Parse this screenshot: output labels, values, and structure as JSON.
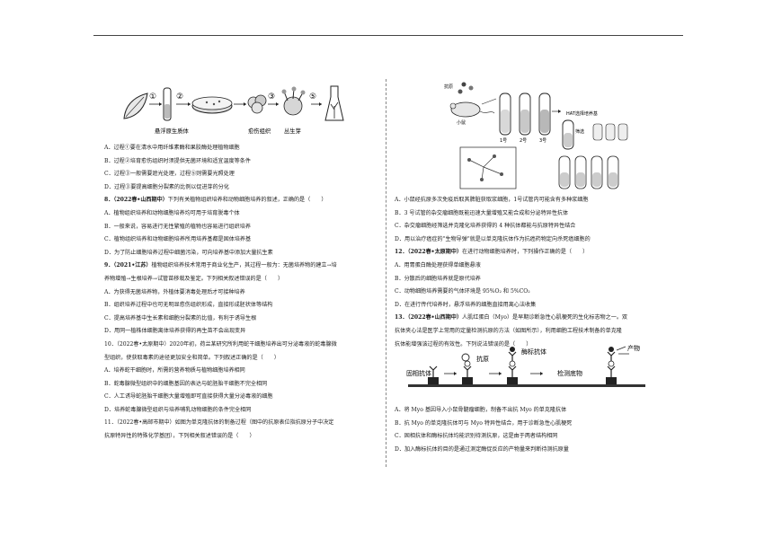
{
  "figure_plant": {
    "step1": "①",
    "step2": "②",
    "step3": "③",
    "label_protoplast": "悬浮原生质体",
    "label_callus": "愈伤组织",
    "label_shoot": "丛生芽"
  },
  "figure_antibody": {
    "antigen": "抗原",
    "mouse": "小鼠",
    "tube1": "1号",
    "tube2": "2号",
    "tube3": "3号",
    "hat_medium": "HAT选择培养基",
    "screening": "筛选"
  },
  "figure_elisa": {
    "capture_antibody": "固相抗体",
    "antigen": "抗原",
    "enzyme_antibody": "酶标抗体",
    "substrate": "检测底物",
    "product": "产物"
  },
  "left_col": [
    {
      "text": "A．过程①要在清水中用纤维素酶和果胶酶处理植物细胞"
    },
    {
      "text": "B．过程②培育愈伤组织时须提供无菌环境和适宜温度等条件"
    },
    {
      "text": "C．过程③一般需要遮光处理，过程⑤则需要光照处理"
    },
    {
      "text": "D．过程③要提高细胞分裂素的比例以促进芽的分化"
    },
    {
      "pre": "8．（2022春•山西期中）",
      "text": "下列有关植物组织培养和动物细胞培养的叙述，正确的是（　　）"
    },
    {
      "text": "A．植物组织培养和动物细胞培养均可用于培育脱毒个体"
    },
    {
      "text": "B．一般来说，容易进行无性繁殖的植物也容易进行组织培养"
    },
    {
      "text": "C．植物组织培养和动物细胞培养所用培养基都是固体培养基"
    },
    {
      "text": "D．为了防止细胞培养过程中细菌污染，可向培养基中添加大量抗生素"
    },
    {
      "pre": "9．（2021•江苏）",
      "text": "植物组织培养技术常用于商业化生产，其过程一般为：无菌培养物的建立→培"
    },
    {
      "text": "养物增殖→生根培养→试管苗移栽及鉴定。下列相关叙述错误的是（　　）"
    },
    {
      "text": "A．为获得无菌培养物，外植体要消毒处理后才可接种培养"
    },
    {
      "text": "B．组织培养过程中也可无明显愈伤组织形成，直接形成胚状体等结构"
    },
    {
      "text": "C．提高培养基中生长素和细胞分裂素的比值，有利于诱导生根"
    },
    {
      "text": "D．用同一植株体细胞离体培养获得的再生苗不会出现变异"
    },
    {
      "text": "10．（2022春•太原期中）2020年初，荷兰某研究所利用蛇干细胞培养出可分泌毒液的蛇毒腺微"
    },
    {
      "text": "型组织，使获取毒素的途径更加安全和简单。下列叙述正确的是（　　）"
    },
    {
      "text": "A．培养蛇干细胞时，所需的营养物质与植物细胞培养相同"
    },
    {
      "text": "B．蛇毒腺微型组织中的细胞基因的表达与蛇胚胎干细胞不完全相同"
    },
    {
      "text": "C．人工诱导蛇胚胎干细胞大量增殖即可直接获得大量分泌毒液的细胞"
    },
    {
      "text": "D．培养蛇毒腺微型组织与培养哺乳动物细胞的条件完全相同"
    },
    {
      "text": "11．（2022春•高邮市期中）如图为单克隆抗体的制备过程（图中的抗原表位指抗原分子中决定"
    },
    {
      "text": "抗原特异性的特殊化学基团），下列相关叙述错误的是（　　）"
    }
  ],
  "right_col_top": [
    {
      "text": "A．小鼠经抗原多次免疫后取其脾脏获取浆细胞，1号试管内可能含有多种浆细胞"
    },
    {
      "text": "B．3 号试管的杂交瘤细胞既能迅速大量增殖又能合成和分泌特异性抗体"
    },
    {
      "text": "C．杂交瘤细胞经筛选并克隆化培养获得的 4 种抗体都能与抗原特异性结合"
    },
    {
      "text": "D．用以治疗癌症的\"生物导弹\"就是以单克隆抗体作为抗癌药物定向杀死癌细胞的"
    },
    {
      "pre": "12．（2022春•太原期中）",
      "text": "在进行动物细胞培养时，下列操作正确的是（　　）"
    },
    {
      "text": "A．用胃蛋白酶处理获得单细胞悬液"
    },
    {
      "text": "B．分散后的细胞培养就是原代培养"
    },
    {
      "text": "C．动物细胞培养需要的气体环境是 95%O₂ 和 5%CO₂"
    },
    {
      "text": "D．在进行传代培养时，悬浮培养的细胞直接用离心法收集"
    },
    {
      "pre": "13．（2022春•山西期中）",
      "text": "人肌红蛋白（Myo）是早期诊断急性心肌梗死的生化标志物之一。双"
    },
    {
      "text": "抗体夹心法是医学上常用的定量检测抗原的方法（如图所示），利用细胞工程技术制备的单克隆"
    },
    {
      "text": "抗体能增强该过程的有效性。下列说法错误的是（　　）"
    }
  ],
  "right_col_bottom": [
    {
      "text": "A．将 Myo 基因导入小鼠骨髓瘤细胞，制备不出抗 Myo 的单克隆抗体"
    },
    {
      "text": "B．抗 Myo 的单克隆抗体可与 Myo 特异性结合，用于诊断急性心肌梗死"
    },
    {
      "text": "C．固相抗体和酶标抗体均能识别待测抗原，这是由于两者结构相同"
    },
    {
      "text": "D．加入酶标抗体的目的是通过测定酶促反应的产物量来判断待测抗原量"
    }
  ]
}
